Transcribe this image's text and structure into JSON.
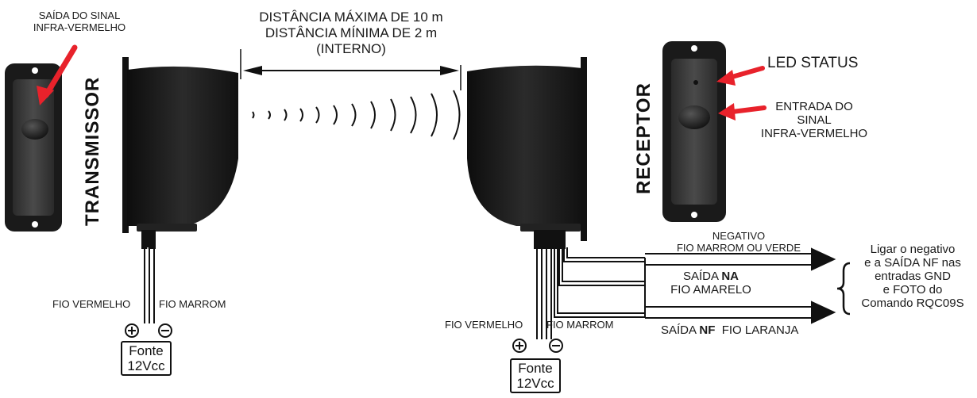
{
  "transmitter": {
    "title": "TRANSMISSOR",
    "callout": [
      "SAÍDA DO SINAL",
      "INFRA-VERMELHO"
    ],
    "wire_left": "FIO VERMELHO",
    "wire_right": "FIO MARROM",
    "psu": [
      "Fonte",
      "12Vcc"
    ]
  },
  "receiver": {
    "title": "RECEPTOR",
    "led_status": "LED STATUS",
    "input_callout": [
      "ENTRADA DO",
      "SINAL",
      "INFRA-VERMELHO"
    ],
    "wire_left": "FIO VERMELHO",
    "wire_right": "FIO MARROM",
    "psu": [
      "Fonte",
      "12Vcc"
    ]
  },
  "distance": {
    "lines": [
      "DISTÂNCIA MÁXIMA DE 10 m",
      "DISTÂNCIA MÍNIMA DE 2 m",
      "(INTERNO)"
    ]
  },
  "outputs": {
    "negative": [
      "NEGATIVO",
      "FIO MARROM OU VERDE"
    ],
    "na_prefix": "SAÍDA ",
    "na_bold": "NA",
    "na_wire": "FIO AMARELO",
    "nf_prefix": "SAÍDA ",
    "nf_bold": "NF",
    "nf_wire": "  FIO LARANJA"
  },
  "note": [
    "Ligar o negativo",
    "e a SAÍDA NF nas",
    "entradas GND",
    "e FOTO do",
    "Comando RQC09S"
  ],
  "colors": {
    "arrow_red": "#e8222b",
    "device_body": "#1c1c1c",
    "device_face": "#3a3a3a",
    "ink": "#111111"
  }
}
